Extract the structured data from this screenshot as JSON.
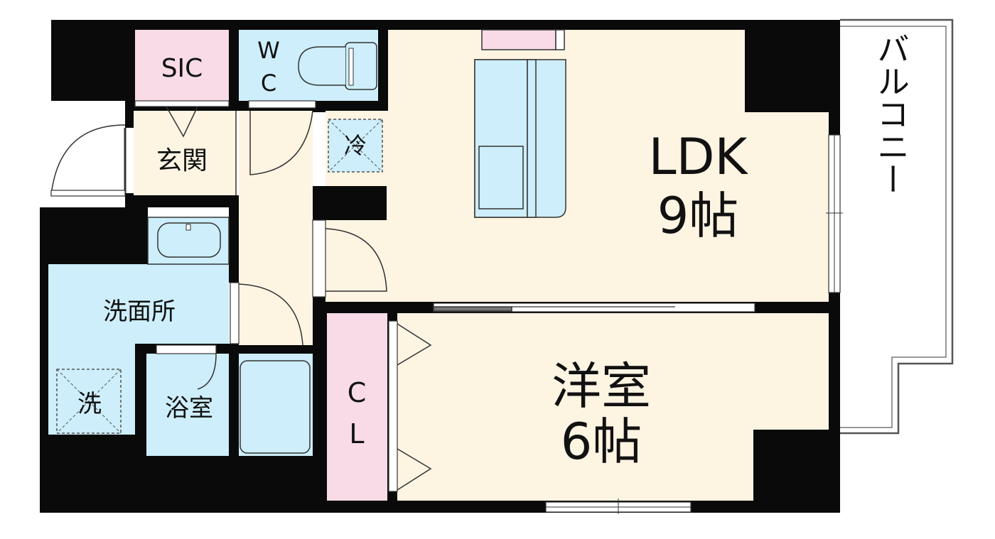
{
  "rooms": {
    "sic": "SIC",
    "wc_w": "W",
    "wc_c": "C",
    "fridge": "冷",
    "genkan": "玄関",
    "ldk_name": "LDK",
    "ldk_size": "9帖",
    "senmen": "洗面所",
    "washer": "洗",
    "yokushitsu": "浴室",
    "cl_c": "C",
    "cl_l": "L",
    "yoshitsu_name": "洋室",
    "yoshitsu_size": "6帖",
    "balcony": "バルコニー"
  },
  "colors": {
    "wall": "#0a0a0a",
    "floor": "#fdf4e2",
    "wet": "#cdeefa",
    "storage": "#f8dbe6",
    "line": "#333333"
  }
}
